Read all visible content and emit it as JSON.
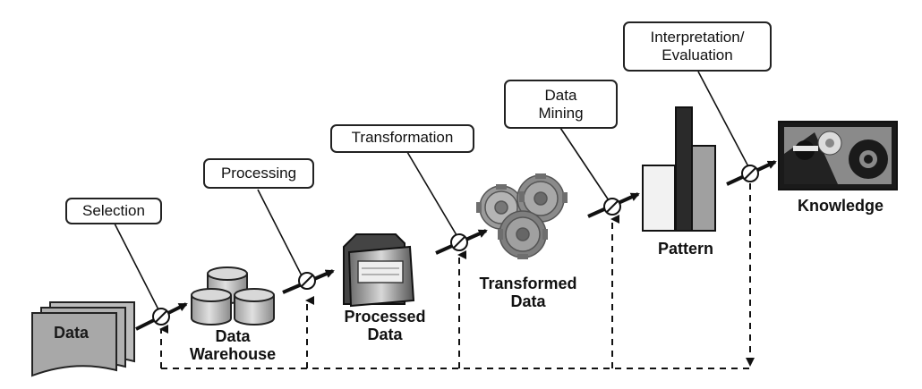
{
  "steps": {
    "selection": "Selection",
    "processing": "Processing",
    "transformation": "Transformation",
    "data_mining_line1": "Data",
    "data_mining_line2": "Mining",
    "interpretation_line1": "Interpretation/",
    "interpretation_line2": "Evaluation"
  },
  "nodes": {
    "data": "Data",
    "warehouse_line1": "Data",
    "warehouse_line2": "Warehouse",
    "processed_line1": "Processed",
    "processed_line2": "Data",
    "transformed_line1": "Transformed",
    "transformed_line2": "Data",
    "pattern": "Pattern",
    "knowledge": "Knowledge"
  },
  "colors": {
    "ink": "#111111",
    "data_sheet": "#a8a8a8",
    "cylinder": "#c4c4c4",
    "gear": "#8e8e8e",
    "bar_light": "#f2f2f2",
    "bar_dark": "#2a2a2a",
    "bar_mid": "#a0a0a0"
  }
}
